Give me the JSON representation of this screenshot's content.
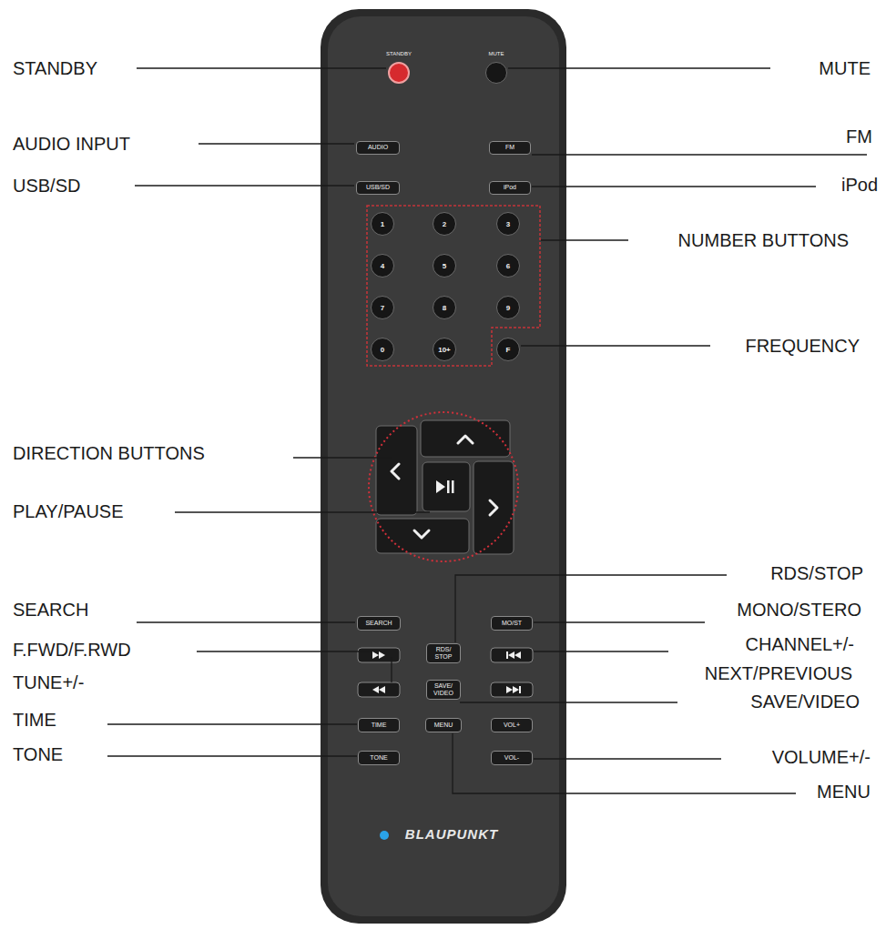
{
  "diagram": {
    "nodes": [
      {
        "text": [
          "BLAUPUNKT"
        ]
      },
      {
        "text": [
          "STANDBY"
        ],
        "in": 0
      },
      {
        "text": [
          "MUTE"
        ],
        "in": 0
      },
      {
        "text": [
          "AUDIO"
        ],
        "in": 0
      },
      {
        "text": [
          "FM"
        ],
        "in": 0
      },
      {
        "text": [
          "USB/SD"
        ],
        "in": 0
      },
      {
        "text": [
          "iPod"
        ],
        "in": 0
      },
      {
        "text": [
          "1"
        ],
        "in": 0
      },
      {
        "text": [
          "2"
        ],
        "in": 0
      },
      {
        "text": [
          "3"
        ],
        "in": 0
      },
      {
        "text": [
          "4"
        ],
        "in": 0
      },
      {
        "text": [
          "5"
        ],
        "in": 0
      },
      {
        "text": [
          "6"
        ],
        "in": 0
      },
      {
        "text": [
          "7"
        ],
        "in": 0
      },
      {
        "text": [
          "8"
        ],
        "in": 0
      },
      {
        "text": [
          "9"
        ],
        "in": 0
      },
      {
        "text": [
          "0"
        ],
        "in": 0
      },
      {
        "text": [
          "10+"
        ],
        "in": 0
      },
      {
        "text": [
          "F"
        ],
        "in": 0
      },
      {
        "text": [
          "SEARCH"
        ],
        "in": 0
      },
      {
        "text": [
          "MO/ST"
        ],
        "in": 0
      },
      {
        "text": [
          "RDS/ STOP"
        ],
        "in": 0
      },
      {
        "text": [
          "SAVE/ VIDEO"
        ],
        "in": 0
      },
      {
        "text": [
          "TIME"
        ],
        "in": 0
      },
      {
        "text": [
          "MENU"
        ],
        "in": 0
      },
      {
        "text": [
          "VOL+"
        ],
        "in": 0
      },
      {
        "text": [
          "TONE"
        ],
        "in": 0
      },
      {
        "text": [
          "VOL-"
        ],
        "in": 0
      }
    ],
    "labels": [
      "STANDBY",
      "MUTE",
      "AUDIO INPUT",
      "FM",
      "USB/SD",
      "iPod",
      "NUMBER BUTTONS",
      "FREQUENCY",
      "DIRECTION BUTTONS",
      "PLAY/PAUSE",
      "RDS/STOP",
      "SEARCH",
      "MONO/STERO",
      "F.FWD/F.RWD",
      "CHANNEL+/-",
      "TUNE+/-",
      "NEXT/PREVIOUS",
      "SAVE/VIDEO",
      "TIME",
      "TONE",
      "VOLUME+/-",
      "MENU"
    ]
  }
}
